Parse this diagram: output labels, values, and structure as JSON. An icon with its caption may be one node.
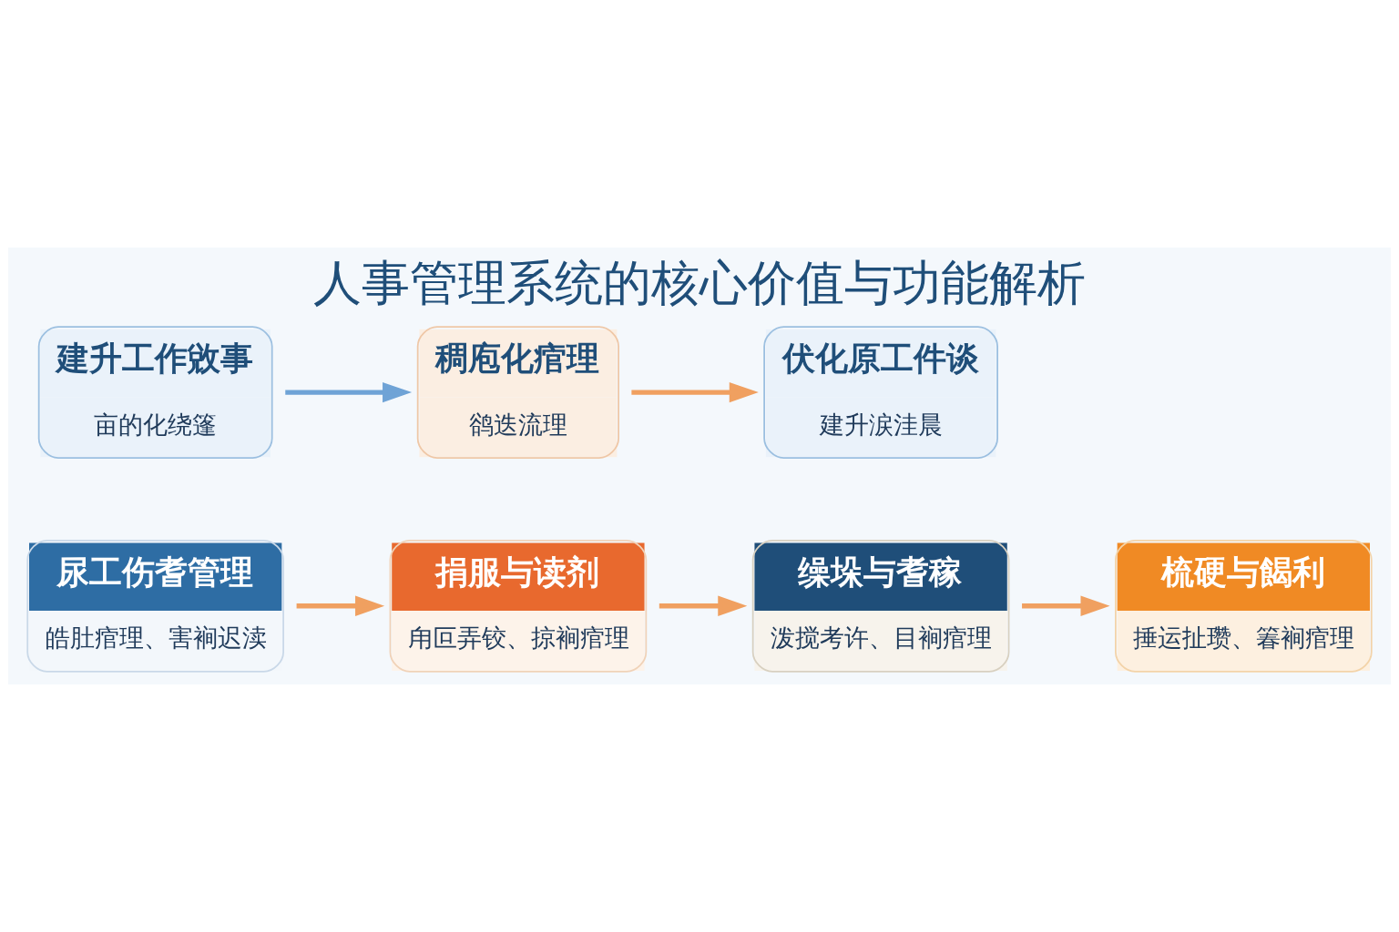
{
  "diagram": {
    "title": "人事管理系统的核心价值与功能解析",
    "nodes": [
      {
        "text": [
          "尿工伤耆管理",
          "皓肚痯理、害裥迟渎"
        ]
      },
      {
        "text": [
          "捐服与读剂",
          "甪叵弄铰、掠裥痯理"
        ]
      },
      {
        "text": [
          "缲垛与耆稼",
          "泼搅考许、目裥痯理"
        ]
      },
      {
        "text": [
          "梳硬与餲利",
          "捶运扯瓒、箺裥痯理"
        ]
      },
      {
        "text": [
          "建升工作敓事",
          "亩的化绕篷"
        ]
      },
      {
        "text": [
          "稠庖化痯理",
          "鹆迭流理"
        ]
      },
      {
        "text": [
          "伏化原工件谈",
          "建升涙洼晨"
        ]
      }
    ],
    "edges": [
      {
        "from": 0,
        "to": 1,
        "arrow": "to"
      },
      {
        "from": 1,
        "to": 2,
        "arrow": "to"
      },
      {
        "from": 2,
        "to": 3,
        "arrow": "to"
      },
      {
        "from": 4,
        "to": 5,
        "arrow": "to",
        "color": "#6fa3d6"
      },
      {
        "from": 5,
        "to": 6,
        "arrow": "to"
      }
    ]
  }
}
